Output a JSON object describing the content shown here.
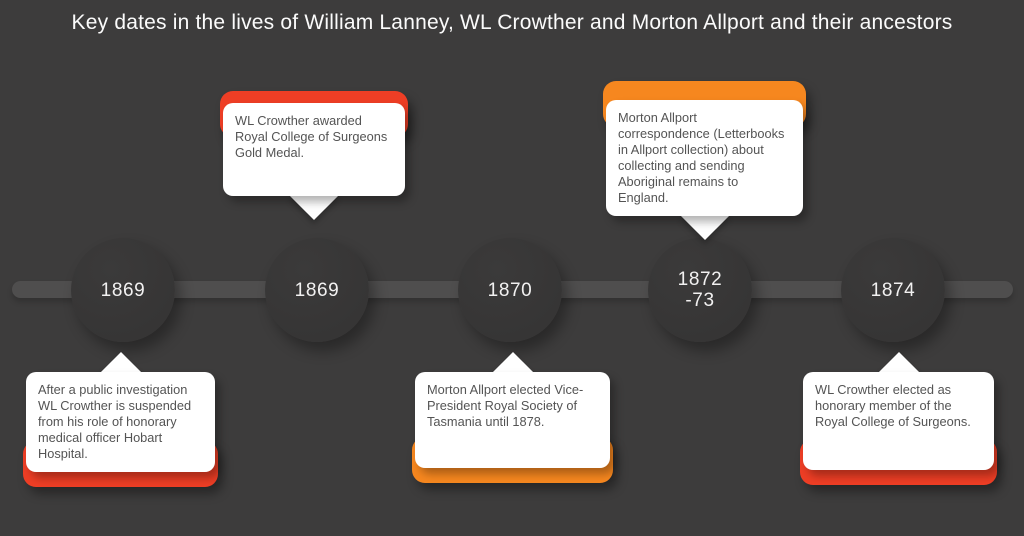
{
  "title": "Key dates in the lives of William Lanney, WL Crowther and Morton Allport and their ancestors",
  "colors": {
    "background": "#3d3c3c",
    "timeline_bar": "#4f4e4e",
    "node_circle": "#373636",
    "bubble_white": "#ffffff",
    "bubble_text": "#545454",
    "accent_red": "#ee3e25",
    "accent_orange": "#f6871f"
  },
  "timeline": {
    "events": [
      {
        "date": "1869",
        "callout_side": "bottom",
        "accent": "#ee3e25",
        "text": "After a public investigation WL Crowther is suspended from his role of honorary medical officer Hobart Hospital."
      },
      {
        "date": "1869",
        "callout_side": "top",
        "accent": "#ee3e25",
        "text": "WL Crowther awarded Royal College of Surgeons Gold Medal."
      },
      {
        "date": "1870",
        "callout_side": "bottom",
        "accent": "#f6871f",
        "text": "Morton Allport elected Vice-President Royal Society of Tasmania until 1878."
      },
      {
        "date": "1872",
        "date_line2": "-73",
        "callout_side": "top",
        "accent": "#f6871f",
        "text": "Morton Allport correspondence (Letterbooks in Allport collection) about collecting and sending Aboriginal remains to England."
      },
      {
        "date": "1874",
        "callout_side": "bottom",
        "accent": "#ee3e25",
        "text": "WL Crowther elected as honorary member of the Royal College of Surgeons."
      }
    ]
  }
}
